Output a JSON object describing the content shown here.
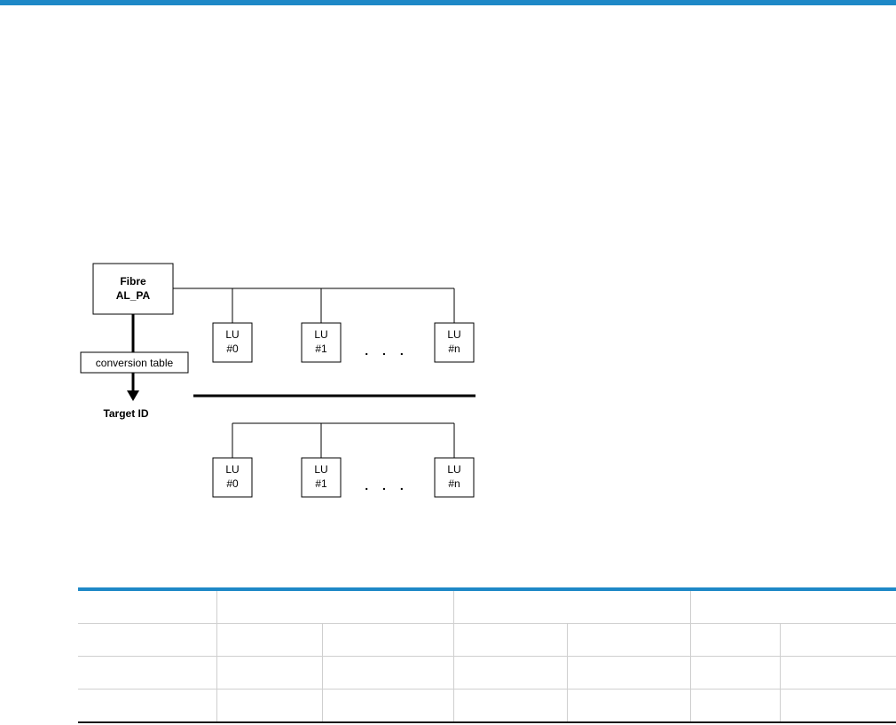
{
  "diagram": {
    "source_box": {
      "line1": "Fibre",
      "line2": "AL_PA"
    },
    "conversion_label": "conversion table",
    "target_label": "Target ID",
    "upper_lus": [
      {
        "line1": "LU",
        "line2": "#0"
      },
      {
        "line1": "LU",
        "line2": "#1"
      },
      {
        "line1": "LU",
        "line2": "#n"
      }
    ],
    "lower_lus": [
      {
        "line1": "LU",
        "line2": "#0"
      },
      {
        "line1": "LU",
        "line2": "#1"
      },
      {
        "line1": "LU",
        "line2": "#n"
      }
    ],
    "ellipsis": ". . ."
  },
  "colors": {
    "accent": "#1e88c7",
    "line": "#000000",
    "table_grid": "#cfcfcf"
  }
}
